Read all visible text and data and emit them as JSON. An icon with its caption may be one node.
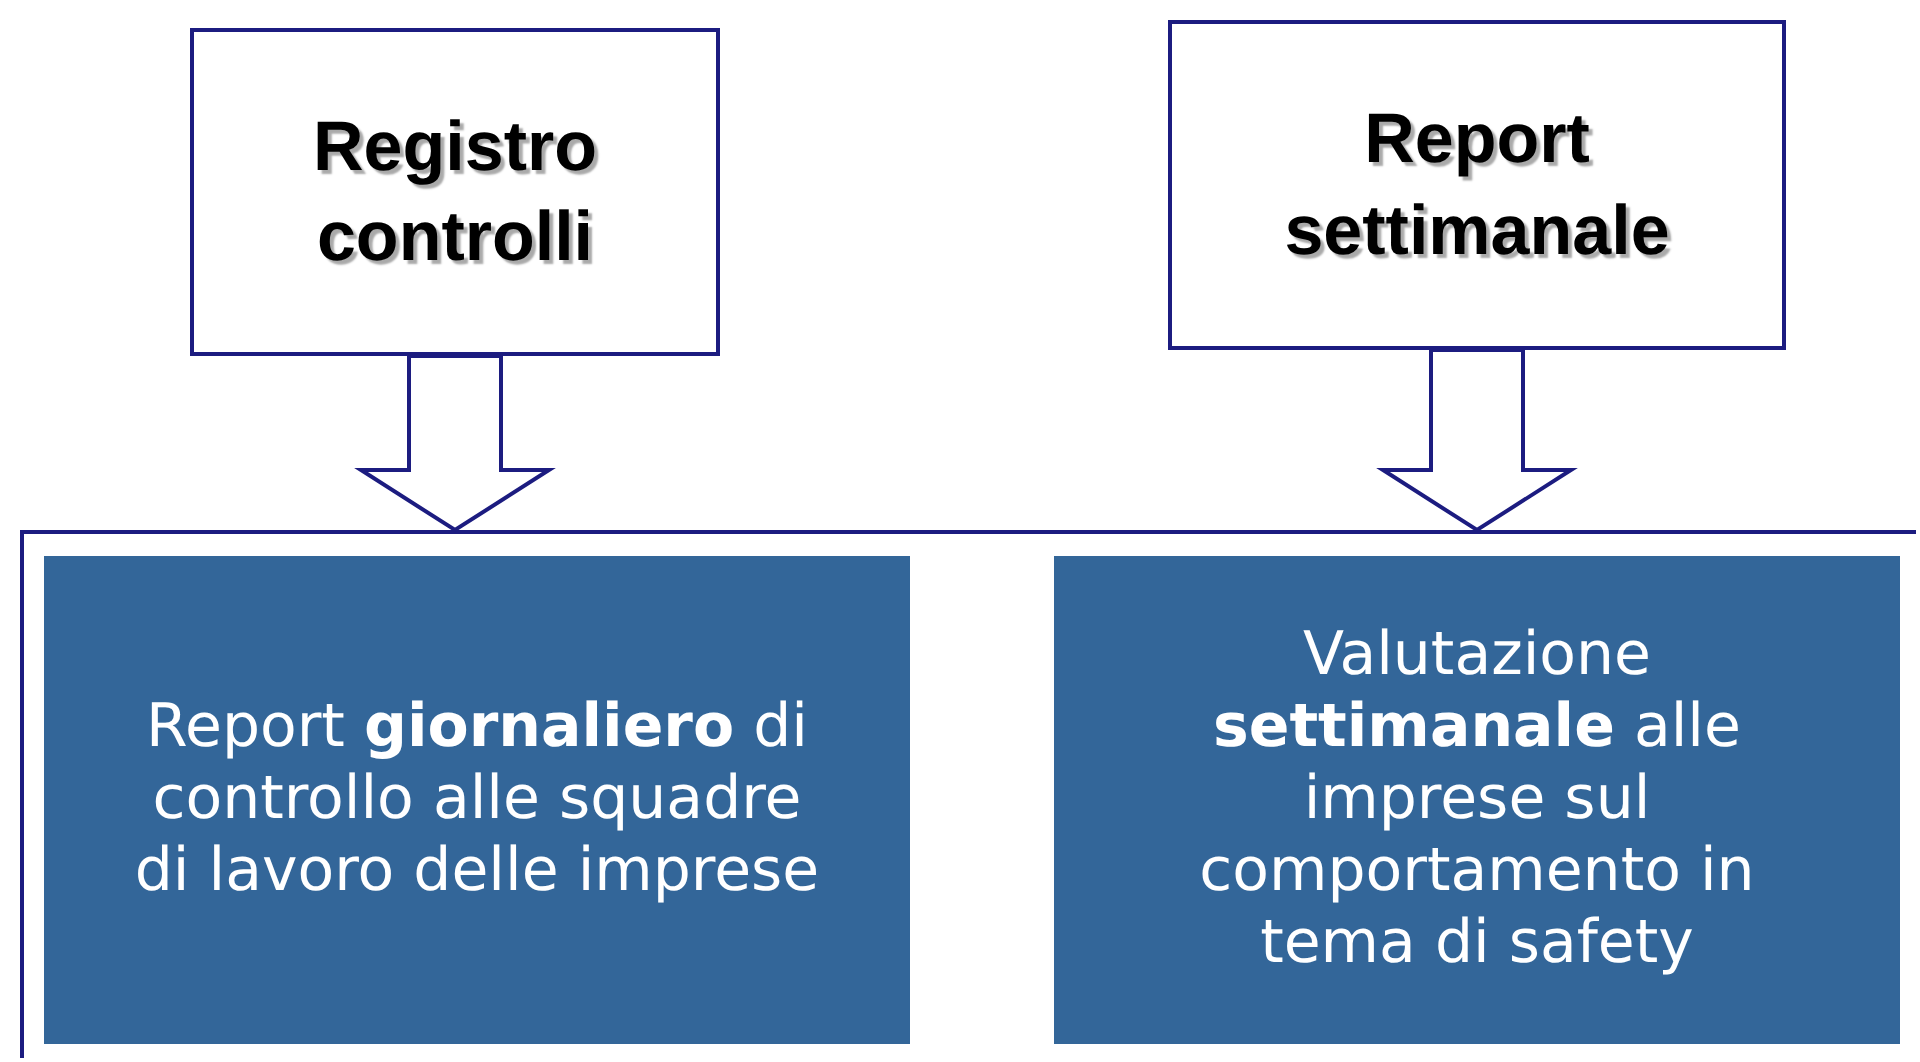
{
  "diagram": {
    "nodes": [
      {
        "text": [
          "Registro controlli"
        ]
      },
      {
        "text": [
          "Report settimanale"
        ]
      },
      {
        "text": [],
        "shape": "box"
      },
      {
        "text": [
          "Report **giornaliero** di controllo alle squadre di lavoro delle imprese"
        ],
        "in": 2
      },
      {
        "text": [
          "Valutazione **settimanale** alle imprese sul comportamento in tema di safety"
        ],
        "in": 2
      }
    ],
    "edges": [
      {
        "from": 0,
        "to": 2,
        "arrow": "to",
        "style": "thick"
      },
      {
        "from": 1,
        "to": 2,
        "arrow": "to",
        "style": "thick"
      }
    ]
  }
}
